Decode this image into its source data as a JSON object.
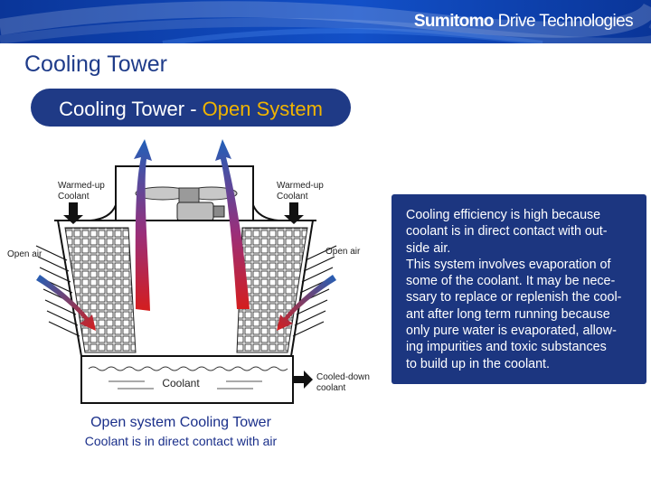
{
  "header": {
    "brand_bold": "Sumitomo",
    "brand_regular": " Drive Technologies",
    "bar_color": "#0d3a9e"
  },
  "slide": {
    "title": "Cooling Tower"
  },
  "diagram": {
    "banner_prefix": "Cooling Tower - ",
    "banner_highlight": "Open System",
    "labels": {
      "warmed_up_left_1": "Warmed-up",
      "warmed_up_left_2": "Coolant",
      "warmed_up_right_1": "Warmed-up",
      "warmed_up_right_2": "Coolant",
      "open_air_left": "Open air",
      "open_air_right": "Open air",
      "coolant": "Coolant",
      "cooled_down_1": "Cooled-down",
      "cooled_down_2": "coolant"
    },
    "colors": {
      "banner_bg": "#1f3a86",
      "banner_highlight": "#f0b400",
      "air_arrow_blue": "#2160b8",
      "air_arrow_red": "#d41e1e"
    }
  },
  "info_box": {
    "text": "Cooling efficiency is high because\ncoolant is in direct contact with out-\nside air.\nThis system involves evaporation of\nsome of the coolant.  It may be nece-\nssary to replace or replenish the cool-\nant after long term running because\nonly pure water is evaporated, allow-\ning impurities and toxic substances\nto build up in the coolant."
  },
  "captions": {
    "line1": "Open system Cooling Tower",
    "line2": "Coolant is in direct contact with air"
  }
}
